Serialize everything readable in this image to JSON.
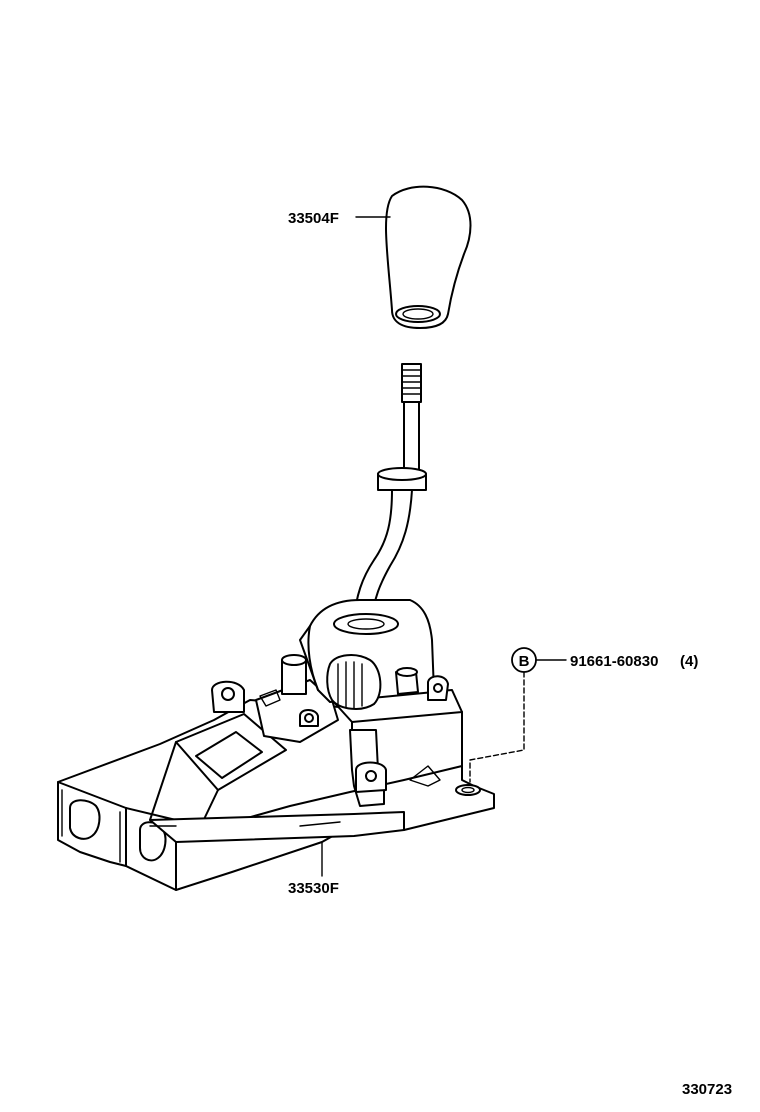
{
  "parts": [
    {
      "id": "knob",
      "part_number": "33504F"
    },
    {
      "id": "shift-lever-housing",
      "part_number": "33530F"
    },
    {
      "id": "bolt",
      "callout": "B",
      "part_number": "91661-60830",
      "quantity": "(4)"
    }
  ],
  "figure_number": "330723",
  "colors": {
    "line": "#000000",
    "background": "#ffffff"
  }
}
